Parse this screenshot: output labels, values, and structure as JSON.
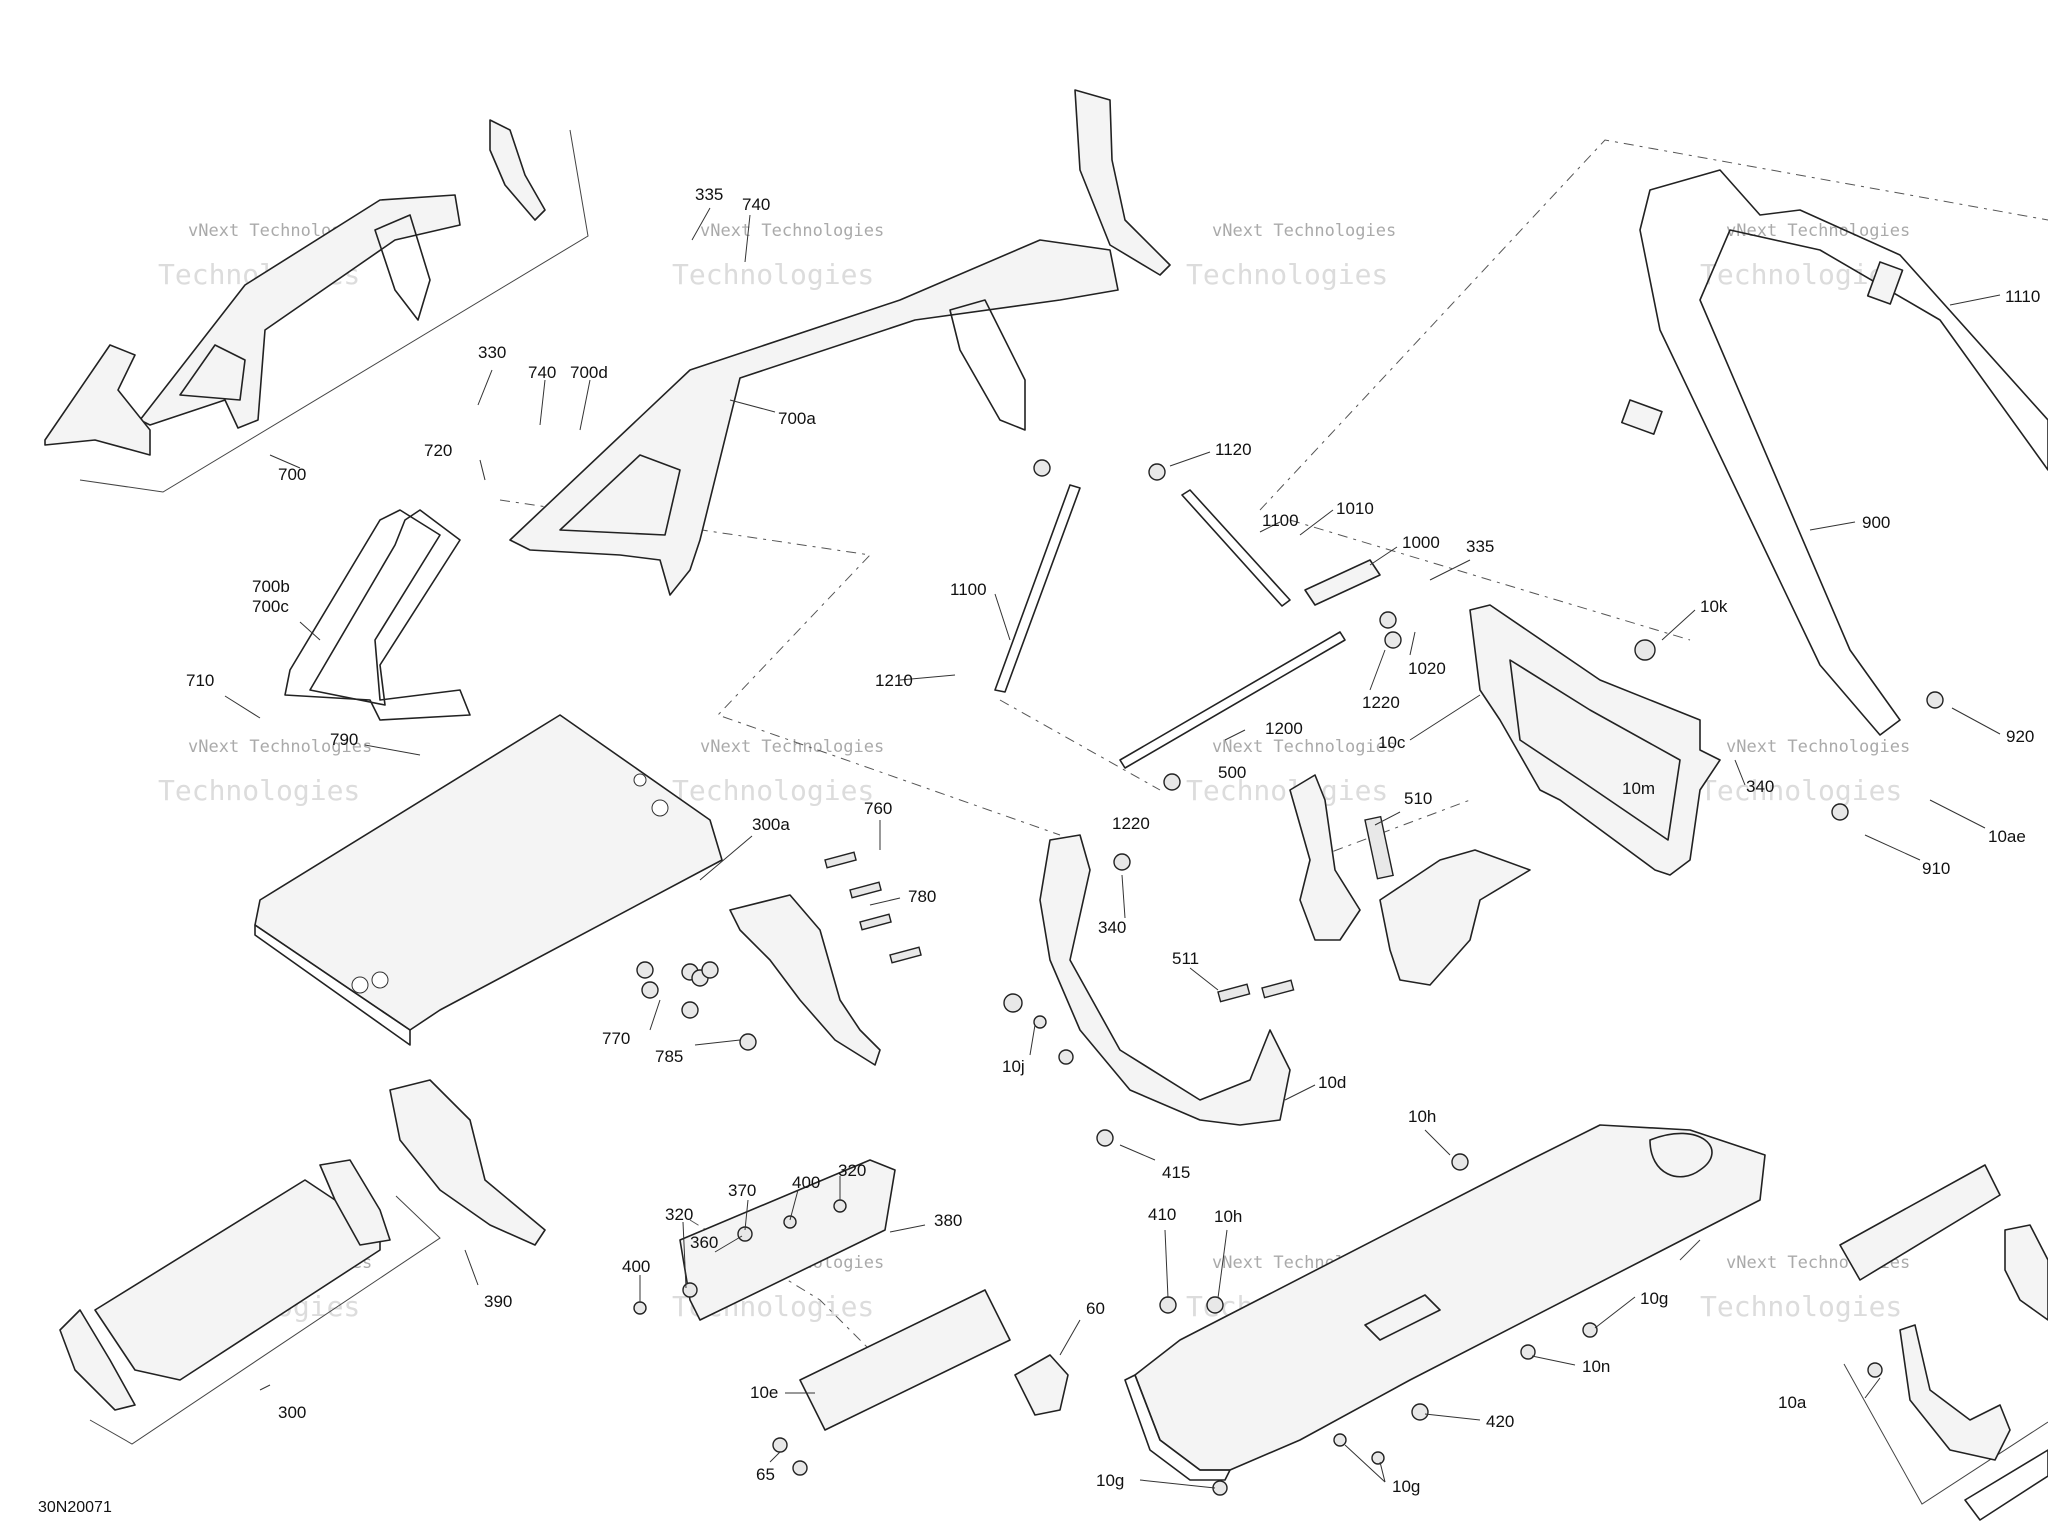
{
  "document_code": "30N20071",
  "watermark": {
    "line1": "vNext Technologies",
    "line2": "Technologies"
  },
  "callouts": [
    "700",
    "335",
    "740",
    "330",
    "740",
    "700d",
    "700a",
    "720",
    "700b",
    "700c",
    "710",
    "790",
    "300a",
    "760",
    "780",
    "770",
    "785",
    "1100",
    "1210",
    "1120",
    "1100",
    "1010",
    "1000",
    "335",
    "10k",
    "1020",
    "1220",
    "1200",
    "10c",
    "500",
    "510",
    "10m",
    "1220",
    "340",
    "511",
    "10j",
    "10d",
    "415",
    "900",
    "1110",
    "920",
    "340",
    "10ae",
    "910",
    "10h",
    "410",
    "10h",
    "10g",
    "10n",
    "420",
    "10g",
    "10g",
    "300",
    "390",
    "370",
    "400",
    "320",
    "380",
    "320",
    "360",
    "400",
    "60",
    "10e",
    "65",
    "10a"
  ]
}
